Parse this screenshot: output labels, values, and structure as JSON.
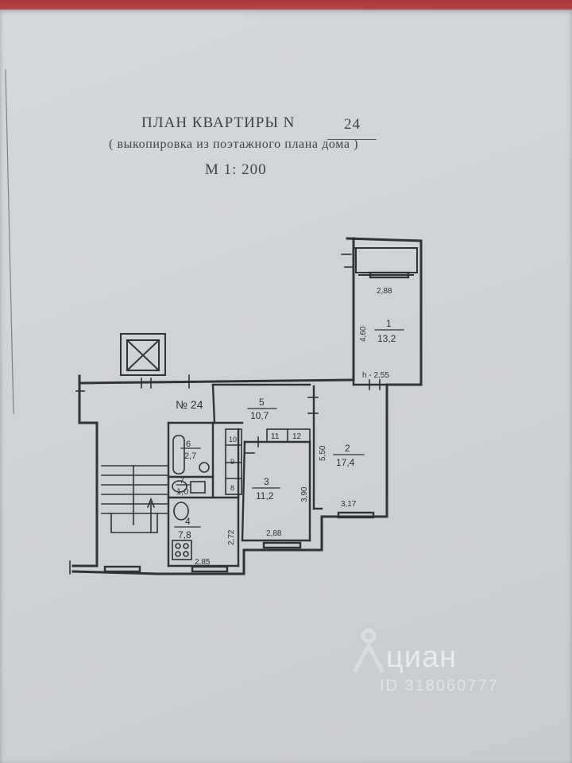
{
  "header": {
    "title": "ПЛАН КВАРТИРЫ N",
    "apartment_number": "24",
    "subtitle": "( выкопировка из поэтажного плана дома )",
    "scale": "М 1: 200"
  },
  "plan": {
    "apartment_label": "№ 24",
    "rooms": [
      {
        "number": "1",
        "area": "13,2"
      },
      {
        "number": "2",
        "area": "17,4"
      },
      {
        "number": "3",
        "area": "11,2"
      },
      {
        "number": "4",
        "area": "7,8"
      },
      {
        "number": "5",
        "area": "10,7"
      },
      {
        "number": "6",
        "area": "2,7"
      },
      {
        "number": "7",
        "area": "1,0"
      }
    ],
    "closets": [
      "8",
      "9",
      "10",
      "11",
      "12"
    ],
    "dimensions": {
      "room1_width": "2,88",
      "room1_length": "4,60",
      "ceiling_height": "h - 2,55",
      "room2_length": "5,50",
      "room2_width": "3,17",
      "room3_length": "3,90",
      "room3_width": "2,88",
      "room4_length": "2,72",
      "room4_width": "2,85"
    }
  },
  "watermark": {
    "brand": "циан",
    "id": "ID 318060777"
  },
  "colors": {
    "paper": "#d2d5d8",
    "ink": "#2d3034"
  }
}
